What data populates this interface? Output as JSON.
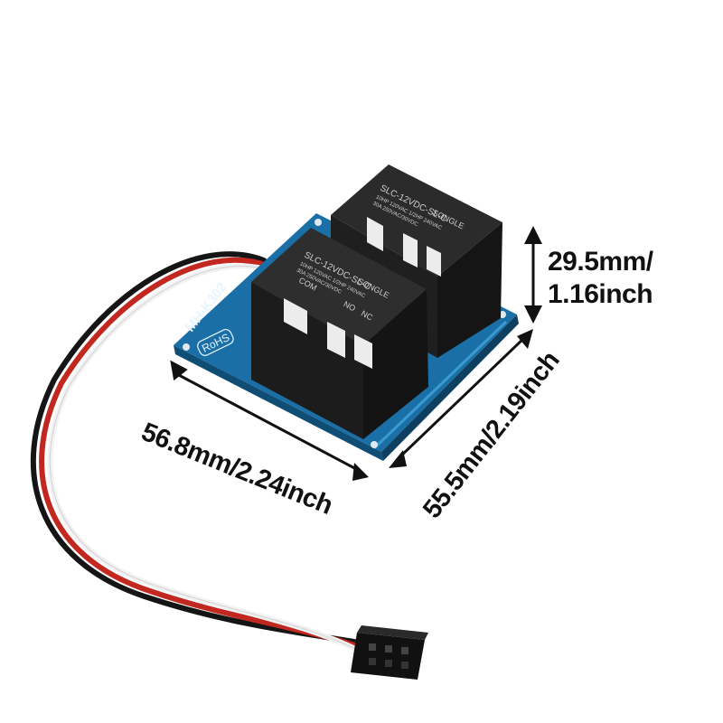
{
  "dimensions": {
    "height_line1": "29.5mm/",
    "height_line2": "1.16inch",
    "length": "56.8mm/2.24inch",
    "width": "55.5mm/2.19inch"
  },
  "board": {
    "model": "MH-K302",
    "rohs": "RoHS"
  },
  "relays": {
    "brand": "SONGLE",
    "part": "SLC-12VDC-SL-C",
    "rating_a": "10HP 120VAC 1/2HP 240VAC",
    "rating_b": "30A 250VAC/30VDC",
    "pin_com": "COM",
    "pin_no": "NO",
    "pin_nc": "NC"
  },
  "colors": {
    "pcb": "#1a6fa6",
    "relay_body": "#1c1c1c",
    "wire_black": "#151515",
    "wire_red": "#c2281f",
    "wire_white": "#f2f2f2"
  }
}
